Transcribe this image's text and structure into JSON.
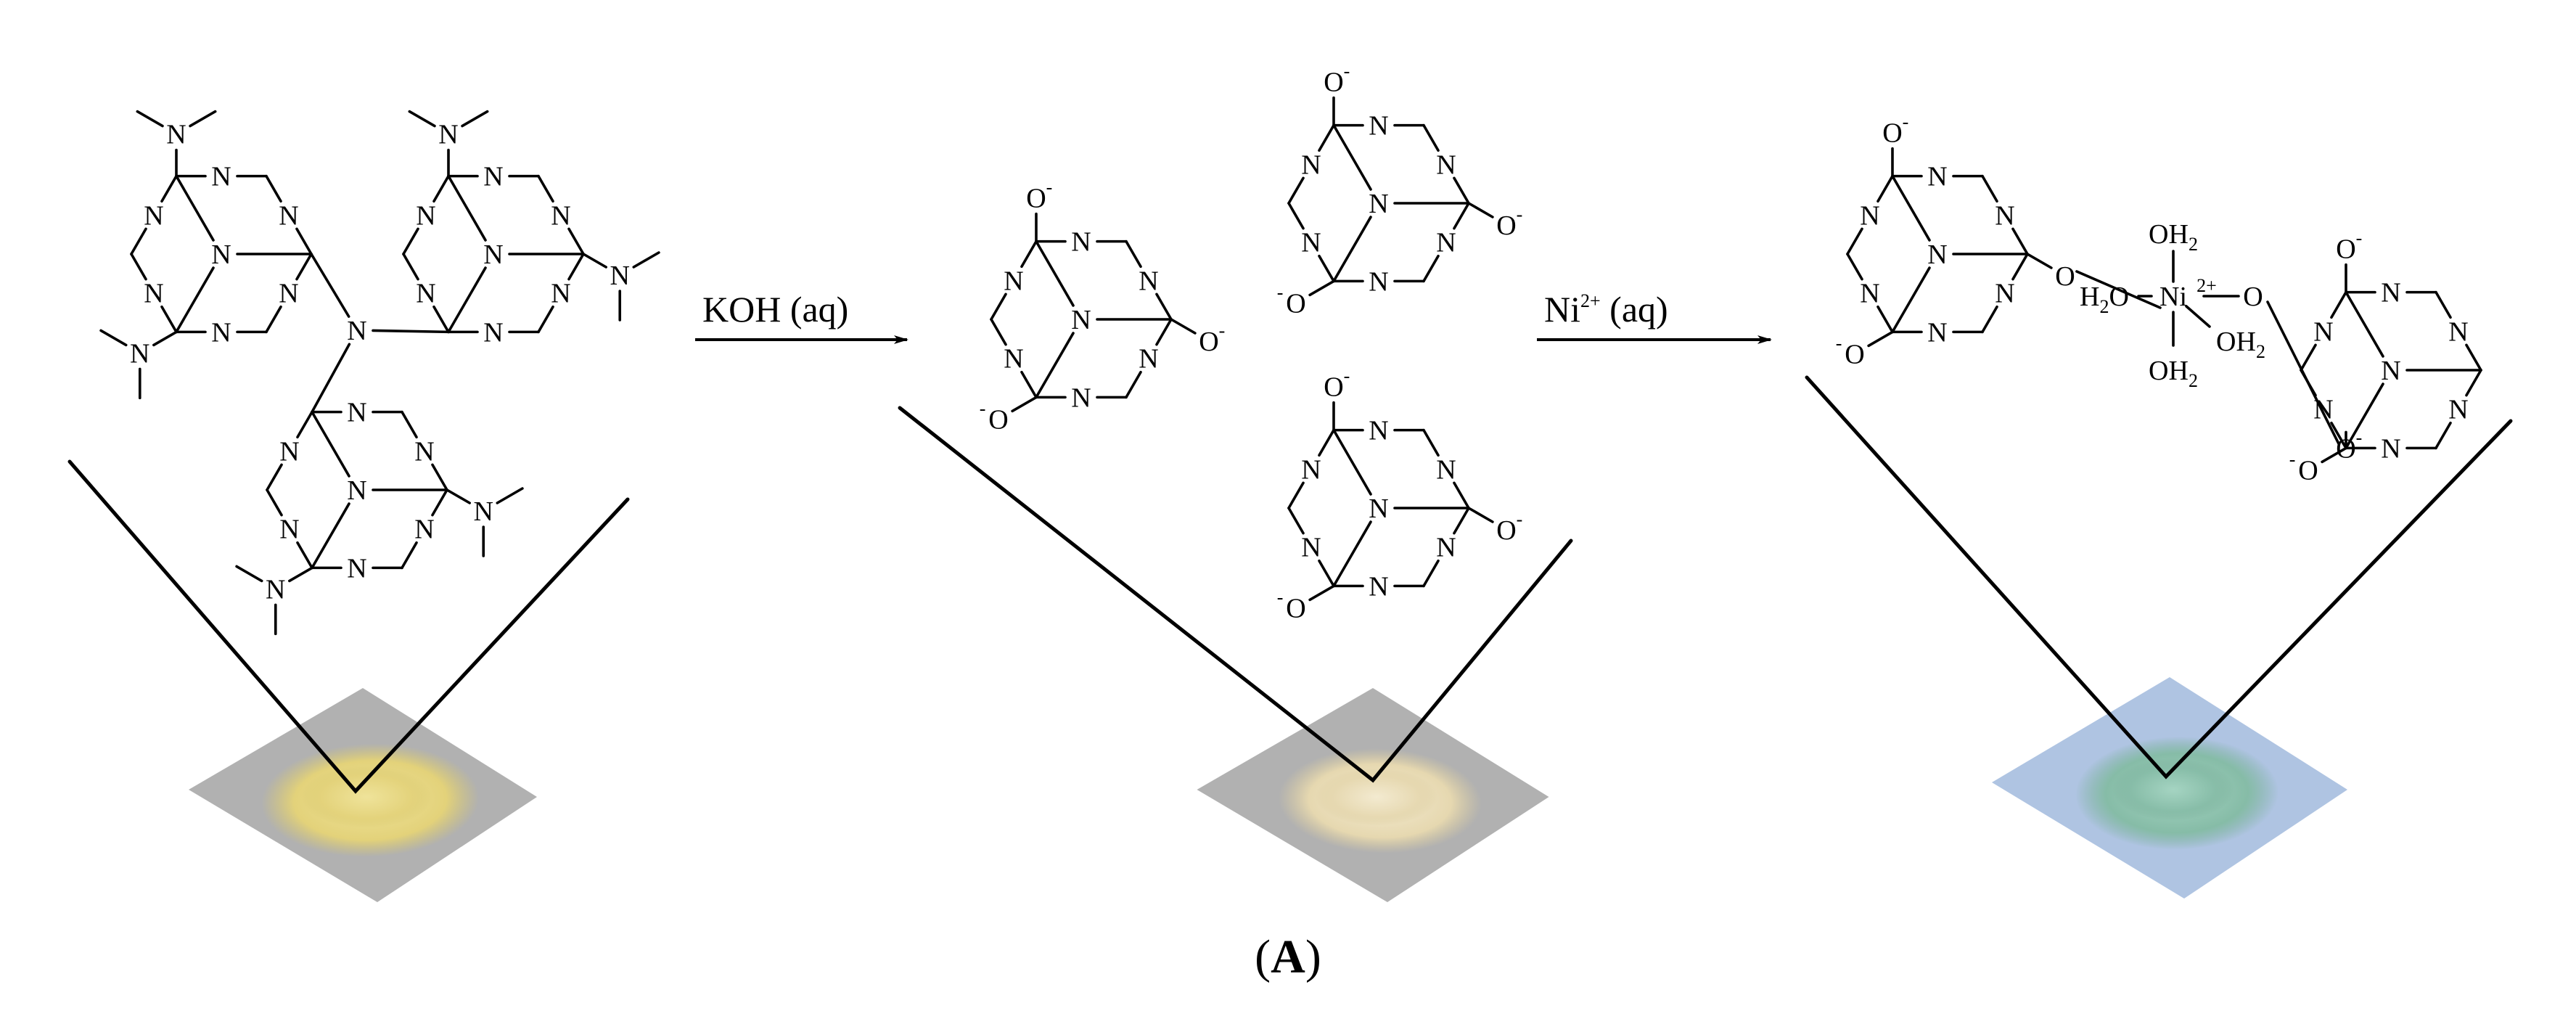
{
  "figure": {
    "panel_label_letter": "A",
    "panel_label_open": "(",
    "panel_label_close": ")"
  },
  "atoms": {
    "nitrogen": "N",
    "oxygen_anion": "O",
    "charge_minus": "-",
    "nickel": "Ni",
    "nickel_charge": "2+",
    "water_oh2": "OH",
    "water_h2o": "H",
    "water_h2o_tail": "O",
    "subscript_two": "2"
  },
  "arrows": [
    {
      "label": "KOH (aq)"
    },
    {
      "label_prefix": "Ni",
      "label_sup": "2+",
      "label_suffix": " (aq)"
    }
  ],
  "colors": {
    "ink": "#000000",
    "powder_yellow": "#e8d883",
    "powder_cream": "#ede2c2",
    "powder_green": "#8ec5b0",
    "paper_grey": "#a9a9a9",
    "paper_blue": "#a6bedf"
  },
  "photos": [
    {
      "name": "yellow-powder-photo"
    },
    {
      "name": "cream-powder-photo"
    },
    {
      "name": "green-powder-photo"
    }
  ]
}
